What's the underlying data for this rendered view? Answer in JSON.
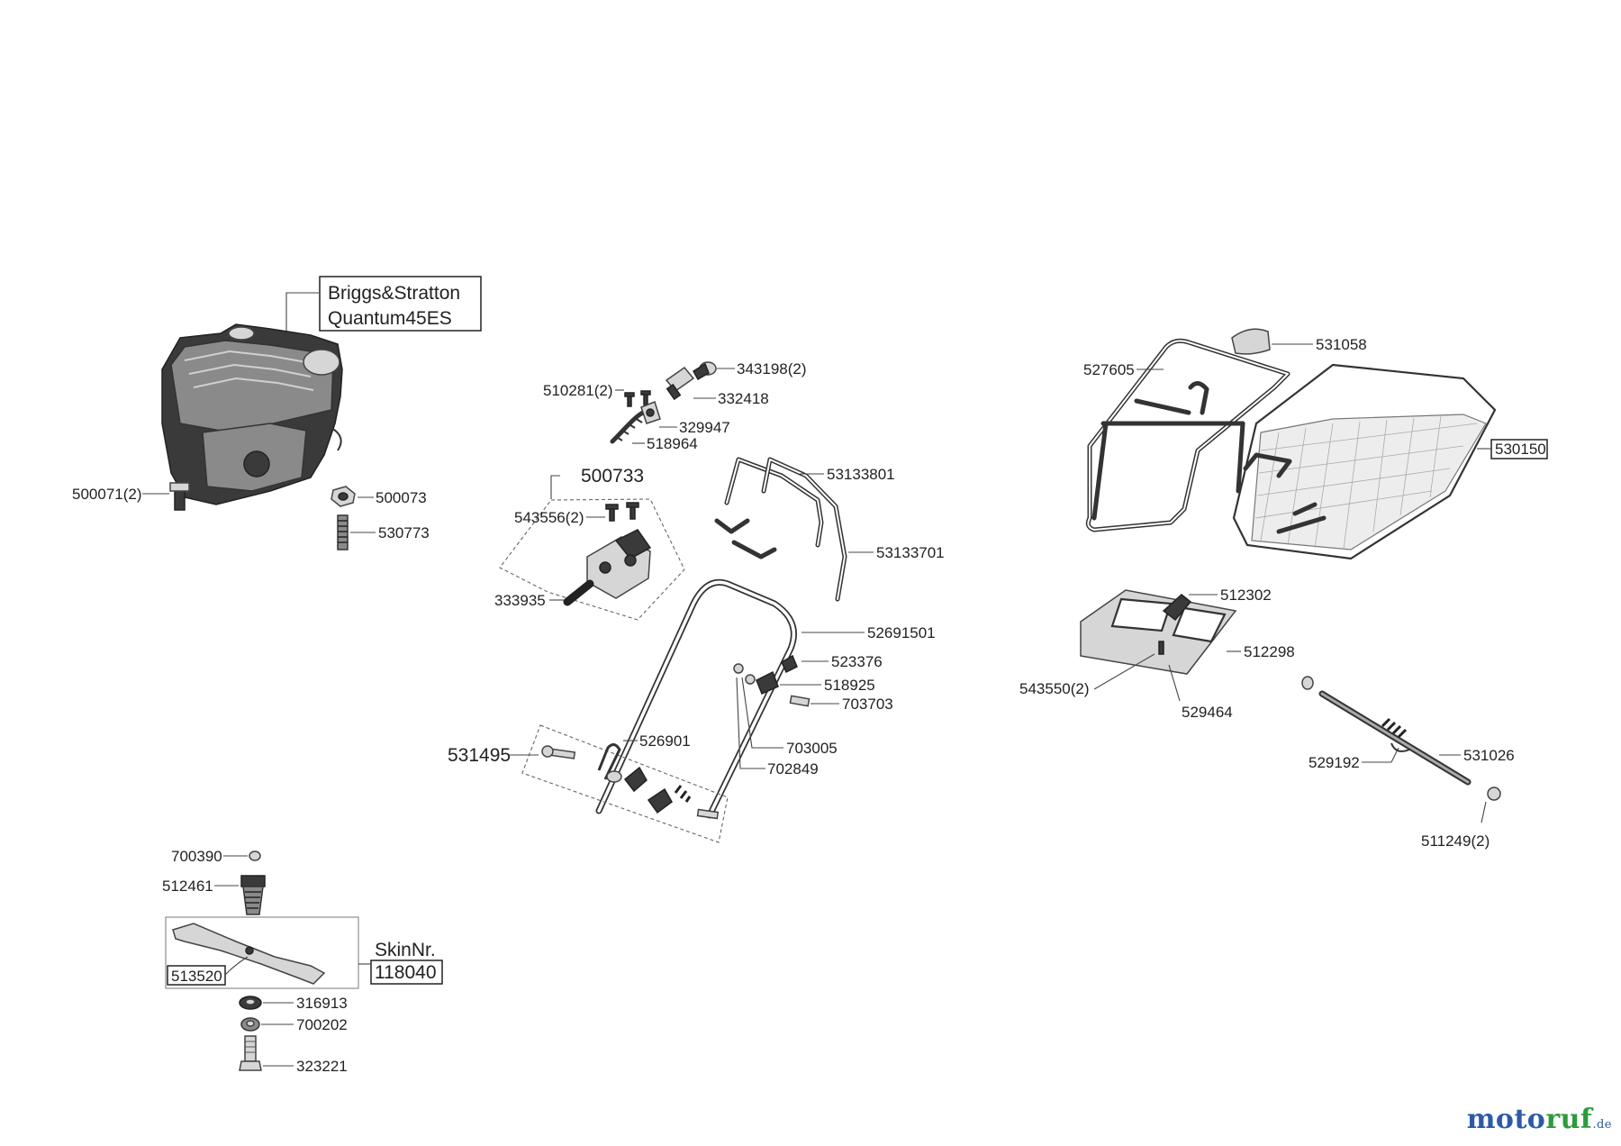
{
  "engine": {
    "label_line1": "Briggs&Stratton",
    "label_line2": "Quantum45ES"
  },
  "parts": {
    "p500071": "500071(2)",
    "p500073": "500073",
    "p530773": "530773",
    "p510281": "510281(2)",
    "p343198": "343198(2)",
    "p332418": "332418",
    "p329947": "329947",
    "p518964": "518964",
    "p500733": "500733",
    "p543556": "543556(2)",
    "p333935": "333935",
    "p53133801": "53133801",
    "p53133701": "53133701",
    "p52691501": "52691501",
    "p523376": "523376",
    "p518925": "518925",
    "p703703": "703703",
    "p703005": "703005",
    "p702849": "702849",
    "p526901": "526901",
    "p531495": "531495",
    "p700390": "700390",
    "p512461": "512461",
    "p513520": "513520",
    "p316913": "316913",
    "p700202": "700202",
    "p323221": "323221",
    "skin_label": "SkinNr.",
    "skin_number": "118040",
    "p531058": "531058",
    "p527605": "527605",
    "p530150": "530150",
    "p512302": "512302",
    "p512298": "512298",
    "p543550": "543550(2)",
    "p529464": "529464",
    "p529192": "529192",
    "p531026": "531026",
    "p511249": "511249(2)"
  },
  "logo": {
    "part1": "moto",
    "part2": "ruf",
    "tld": ".de"
  },
  "colors": {
    "logo_blue": "#2d5aa8",
    "logo_green": "#2d9b3c",
    "logo_orange": "#f0a21a"
  }
}
